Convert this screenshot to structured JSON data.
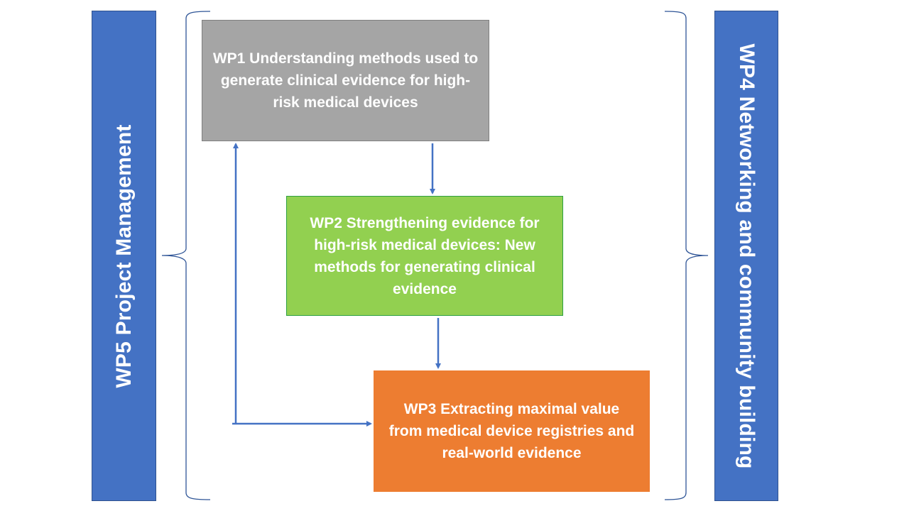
{
  "diagram": {
    "title": "Work package structure",
    "side_panels": {
      "left": {
        "label": "WP5 Project Management",
        "color": "#4472c4"
      },
      "right": {
        "label": "WP4 Networking and community building",
        "color": "#4472c4"
      }
    },
    "boxes": [
      {
        "id": "wp1",
        "label": "WP1 Understanding methods used to generate clinical evidence for high-risk medical devices",
        "color": "#a5a5a5"
      },
      {
        "id": "wp2",
        "label": "WP2 Strengthening evidence for high-risk medical devices: New methods for generating clinical evidence",
        "color": "#92d050"
      },
      {
        "id": "wp3",
        "label": "WP3 Extracting maximal value from medical device registries and real-world evidence",
        "color": "#ed7d31"
      }
    ],
    "connections": [
      {
        "from": "wp1",
        "to": "wp2"
      },
      {
        "from": "wp2",
        "to": "wp3"
      },
      {
        "from": "loop",
        "to": "wp1"
      },
      {
        "from": "loop",
        "to": "wp3"
      }
    ],
    "connector_color": "#4472c4",
    "bracket_color": "#2f5597"
  }
}
